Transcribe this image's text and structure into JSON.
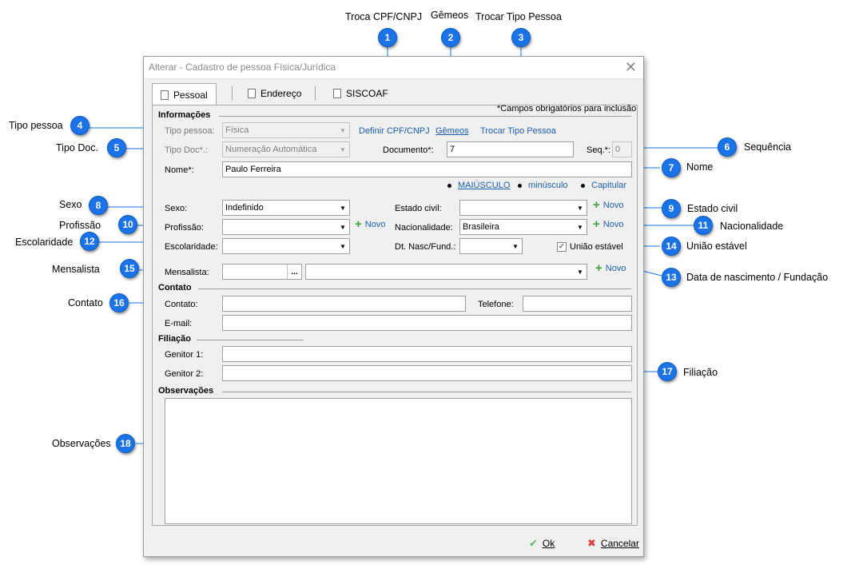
{
  "window": {
    "title": "Alterar - Cadastro de pessoa Física/Jurídica",
    "close_glyph": "✕"
  },
  "tabs": [
    {
      "label": "Pessoal",
      "active": true
    },
    {
      "label": "Endereço",
      "active": false
    },
    {
      "label": "SISCOAF",
      "active": false
    }
  ],
  "required_note": "*Campos obrigatórios para inclusão",
  "informacoes": {
    "title": "Informações",
    "tipo_pessoa_label": "Tipo pessoa:",
    "tipo_pessoa_value": "Física",
    "definir_link": "Definir CPF/CNPJ",
    "gemeos_link": "Gêmeos",
    "trocar_link": "Trocar Tipo Pessoa",
    "tipo_doc_label": "Tipo Doc*.:",
    "tipo_doc_value": "Numeração Automática",
    "documento_label": "Documento*:",
    "documento_value": "7",
    "seq_label": "Seq.*:",
    "seq_value": "0",
    "nome_label": "Nome*:",
    "nome_value": "Paulo Ferreira",
    "case_options": [
      "MAIÚSCULO",
      "minúsculo",
      "Capitular"
    ],
    "sexo_label": "Sexo:",
    "sexo_value": "Indefinido",
    "estado_civil_label": "Estado civil:",
    "estado_civil_value": "",
    "profissao_label": "Profissão:",
    "profissao_value": "",
    "nacionalidade_label": "Nacionalidade:",
    "nacionalidade_value": "Brasileira",
    "escolaridade_label": "Escolaridade:",
    "escolaridade_value": "",
    "dt_nasc_label": "Dt. Nasc/Fund.:",
    "dt_nasc_value": "",
    "uniao_label": "União estável",
    "uniao_checked": true,
    "mensalista_label": "Mensalista:",
    "mensalista_button": "...",
    "novo_label": "Novo"
  },
  "contato": {
    "title": "Contato",
    "contato_label": "Contato:",
    "telefone_label": "Telefone:",
    "email_label": "E-mail:"
  },
  "filiacao": {
    "title": "Filiação",
    "genitor1_label": "Genitor 1:",
    "genitor2_label": "Genitor 2:"
  },
  "observacoes": {
    "title": "Observações"
  },
  "buttons": {
    "ok": "Ok",
    "cancelar": "Cancelar"
  },
  "annotations": [
    {
      "n": "1",
      "text": "Troca CPF/CNPJ"
    },
    {
      "n": "2",
      "text": "Gêmeos"
    },
    {
      "n": "3",
      "text": "Trocar Tipo Pessoa"
    },
    {
      "n": "4",
      "text": "Tipo pessoa"
    },
    {
      "n": "5",
      "text": "Tipo Doc."
    },
    {
      "n": "6",
      "text": "Sequência"
    },
    {
      "n": "7",
      "text": "Nome"
    },
    {
      "n": "8",
      "text": "Sexo"
    },
    {
      "n": "9",
      "text": "Estado civil"
    },
    {
      "n": "10",
      "text": "Profissão"
    },
    {
      "n": "11",
      "text": "Nacionalidade"
    },
    {
      "n": "12",
      "text": "Escolaridade"
    },
    {
      "n": "13",
      "text": "Data de nascimento / Fundação"
    },
    {
      "n": "14",
      "text": "União estável"
    },
    {
      "n": "15",
      "text": "Mensalista"
    },
    {
      "n": "16",
      "text": "Contato"
    },
    {
      "n": "17",
      "text": "Filiação"
    },
    {
      "n": "18",
      "text": "Observações"
    }
  ],
  "colors": {
    "bubble": "#1a73e8",
    "link": "#1a5fb4"
  }
}
